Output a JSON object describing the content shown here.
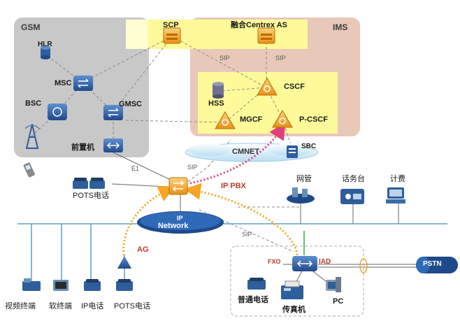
{
  "zones": {
    "gsm": "GSM",
    "ims": "IMS"
  },
  "nodes": {
    "scp": "SCP",
    "centrex_as": "融合Centrex AS",
    "hlr": "HLR",
    "msc": "MSC",
    "bsc": "BSC",
    "gmsc": "GMSC",
    "front_machine": "前置机",
    "cscf": "CSCF",
    "hss": "HSS",
    "mgcf": "MGCF",
    "p_cscf": "P-CSCF",
    "sbc": "SBC",
    "cmnet": "CMNET",
    "ip_pbx": "IP PBX",
    "network_mgmt": "网管",
    "operator_console": "话务台",
    "billing": "计费",
    "pots_phone_top": "POTS电话",
    "ip_network_line1": "IP",
    "ip_network_line2": "Network",
    "ag": "AG",
    "fxo": "FXO",
    "iad": "IAD",
    "pstn": "PSTN",
    "normal_phone": "普通电话",
    "fax": "传真机",
    "pc": "PC"
  },
  "links": {
    "sip_scp": "SIP",
    "sip_as": "SIP",
    "e1": "E1",
    "sip_pbx": "SIP",
    "sip_iad": "SIP"
  },
  "terminals": [
    "视频终端",
    "软终端",
    "IP电话",
    "POTS电话"
  ],
  "colors": {
    "gsm_zone": "#c8c8c8",
    "ims_zone": "#e8c8b8",
    "highlight": "#fffa99",
    "orange_arrow": "#f5a623",
    "pink_arrow": "#e0407a",
    "bus_line": "#5aa0c8",
    "icon_blue": "#2e5e9c",
    "icon_orange": "#f2a533"
  }
}
